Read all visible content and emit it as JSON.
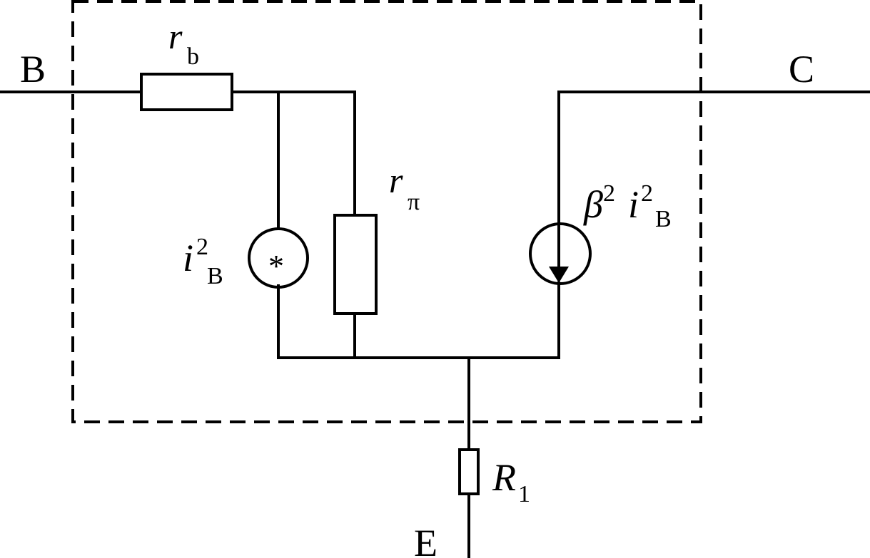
{
  "terminals": {
    "base": "B",
    "collector": "C",
    "emitter": "E"
  },
  "components": {
    "rb": {
      "symbol": "r",
      "subscript": "b"
    },
    "rpi": {
      "symbol": "r",
      "subscript": "π"
    },
    "noise_source": {
      "symbol": "i",
      "superscript": "2",
      "subscript": "B",
      "marker": "*"
    },
    "dependent_source": {
      "beta": "β",
      "beta_sup": "2",
      "symbol": "i",
      "superscript": "2",
      "subscript": "B"
    },
    "r1": {
      "symbol": "R",
      "subscript": "1"
    }
  }
}
